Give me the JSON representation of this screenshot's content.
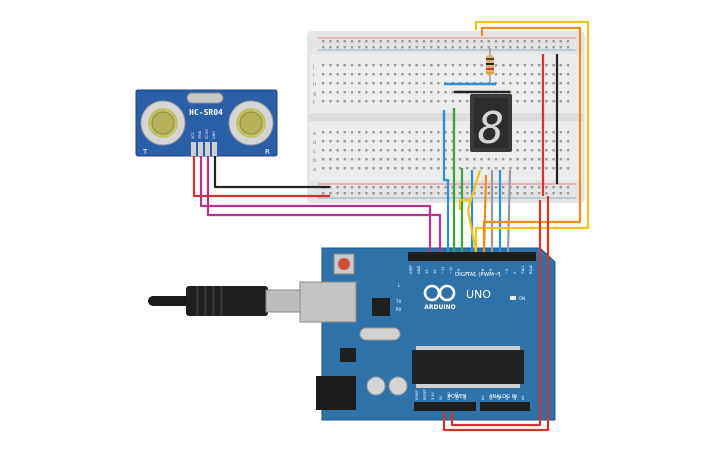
{
  "sensor": {
    "label": "HC-SR04",
    "left_mark": "T",
    "right_mark": "R",
    "pins": [
      "VCC",
      "TRIG",
      "ECHO",
      "GND"
    ]
  },
  "breadboard": {
    "row_letters_top": [
      "j",
      "i",
      "h",
      "g",
      "f"
    ],
    "row_letters_bottom": [
      "e",
      "d",
      "c",
      "b",
      "a"
    ]
  },
  "arduino": {
    "logo_text": "ARDUINO",
    "model": "UNO",
    "digital_label": "DIGITAL (PWM~)",
    "power_label": "POWER",
    "analog_label": "ANALOG IN",
    "on_label": "ON",
    "l_label": "L",
    "tx_label": "TX",
    "rx_label": "RX",
    "digital_pins": [
      "AREF",
      "GND",
      "13",
      "12",
      "~11",
      "~10",
      "~9",
      "8",
      "7",
      "~6",
      "~5",
      "4",
      "~3",
      "2",
      "TX▸1",
      "RX◂0"
    ],
    "power_pins": [
      "IOREF",
      "RESET",
      "3.3V",
      "5V",
      "GND",
      "GND",
      "Vin"
    ],
    "analog_pins": [
      "A0",
      "A1",
      "A2",
      "A3",
      "A4",
      "A5"
    ]
  },
  "display": {
    "digit": "8"
  },
  "colors": {
    "board_blue": "#2e6fa6",
    "breadboard": "#e8e8e8",
    "wire_red": "#d9312b",
    "wire_black": "#222222",
    "wire_magenta": "#b8338f",
    "wire_orange": "#f28a1c",
    "wire_yellow": "#f2c318",
    "wire_green": "#3ea33a",
    "wire_blue": "#2d8fd6",
    "wire_gray": "#9a9a9a"
  }
}
